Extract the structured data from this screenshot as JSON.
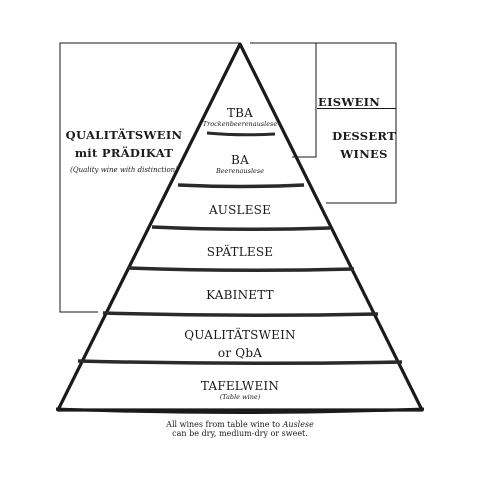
{
  "pyramid": {
    "tiers": [
      {
        "name": "TBA",
        "sub": "Trockenbeerenauslese"
      },
      {
        "name": "BA",
        "sub": "Beerenauslese"
      },
      {
        "name": "AUSLESE",
        "sub": ""
      },
      {
        "name": "SPÄTLESE",
        "sub": ""
      },
      {
        "name": "KABINETT",
        "sub": ""
      },
      {
        "name": "QUALITÄTSWEIN",
        "name2": "or QbA",
        "sub": ""
      },
      {
        "name": "TAFELWEIN",
        "sub": "(Table wine)"
      }
    ]
  },
  "left_bracket": {
    "line1": "QUALITÄTSWEIN",
    "line2": "mit PRÄDIKAT",
    "sub": "(Quality wine with distinction)"
  },
  "right_brackets": {
    "eiswein": "EISWEIN",
    "dessert_line1": "DESSERT",
    "dessert_line2": "WINES"
  },
  "footnote": {
    "line1_pre": "All wines from table wine to ",
    "line1_em": "Auslese",
    "line2": "can be dry, medium-dry or sweet."
  },
  "colors": {
    "ink": "#1a1a1a",
    "stripe": "#2a2a2a"
  }
}
